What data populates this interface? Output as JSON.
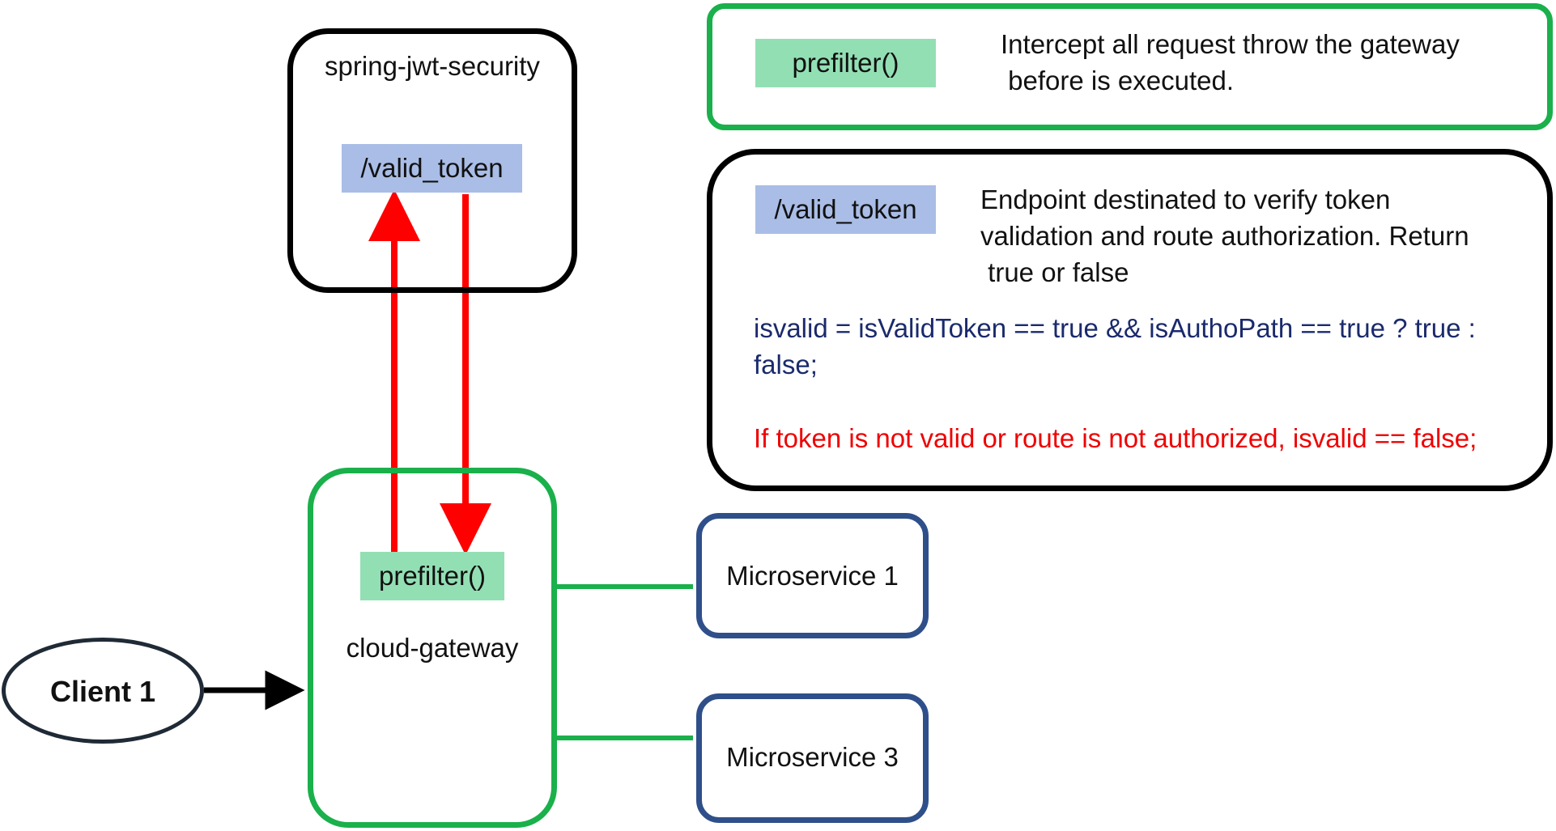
{
  "nodes": {
    "auth_service": {
      "title": "spring-jwt-security",
      "endpoint": "/valid_token"
    },
    "gateway": {
      "title": "cloud-gateway",
      "filter": "prefilter()"
    },
    "client": {
      "label": "Client 1"
    },
    "microservice_a": {
      "label": "Microservice 1"
    },
    "microservice_b": {
      "label": "Microservice 3"
    }
  },
  "legend": {
    "prefilter": {
      "tag": "prefilter()",
      "description": "Intercept all request throw the gateway\n before is executed."
    },
    "valid_token": {
      "tag": "/valid_token",
      "description": "Endpoint destinated to verify token\nvalidation and route authorization. Return\n true or false",
      "code": "isvalid = isValidToken == true && isAuthoPath == true ? true :\nfalse;",
      "warning": "If token is not valid or route is not authorized, isvalid == false;"
    }
  },
  "colors": {
    "green_border": "#1ab04b",
    "navy_border": "#2f4f8a",
    "black_border": "#000000",
    "arrow_red": "#ff0000",
    "tag_green": "#93dfb4",
    "tag_blue": "#a9bde6",
    "code_text": "#1a2a6c",
    "warning_text": "#ee0000"
  }
}
